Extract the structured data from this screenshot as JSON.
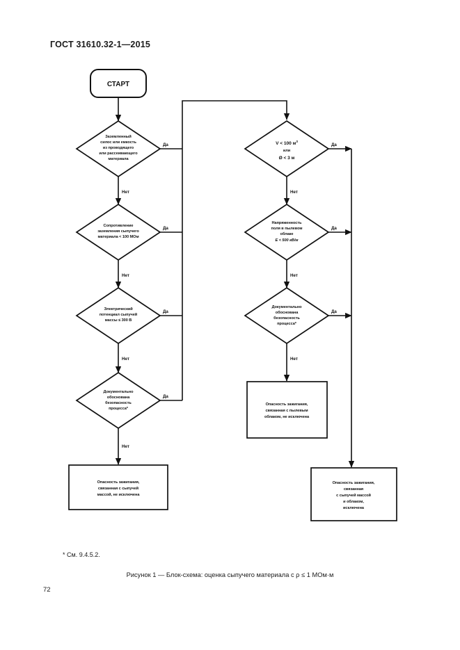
{
  "document": {
    "standard_header": "ГОСТ 31610.32-1—2015",
    "page_number": "72",
    "footnote": "* См. 9.4.5.2.",
    "figure_caption": "Рисунок 1 — Блок-схема: оценка сыпучего материала с ρ ≤ 1 МОм·м"
  },
  "labels": {
    "yes": "Да",
    "no": "Нет"
  },
  "flowchart": {
    "start": {
      "label": "СТАРТ"
    },
    "left_column": [
      {
        "id": "d1",
        "lines": [
          "Заземленный",
          "силос или емкость",
          "из проводящего",
          "или рассеивающего",
          "материала"
        ]
      },
      {
        "id": "d2",
        "lines": [
          "Сопротивление",
          "заземления сыпучего",
          "материала < 100 МОм"
        ]
      },
      {
        "id": "d3",
        "lines": [
          "Электрический",
          "потенциал сыпучей",
          "массы ≤ 300 В"
        ]
      },
      {
        "id": "d4",
        "lines": [
          "Документально",
          "обоснована",
          "безопасность",
          "процесса*"
        ]
      }
    ],
    "right_column": [
      {
        "id": "d5",
        "lines": [
          "V < 100 м3",
          "или",
          "Ø < 3 м"
        ],
        "line1_base": "V < 100 м",
        "line1_sup": "3"
      },
      {
        "id": "d6",
        "lines": [
          "Напряженность",
          "поля в пылевом",
          "облаке",
          "E < 500 кВ/м"
        ],
        "italic_line_index": 3
      },
      {
        "id": "d7",
        "lines": [
          "Документально",
          "обоснована",
          "безопасность",
          "процесса*"
        ]
      }
    ],
    "outcomes": [
      {
        "id": "out-left",
        "lines": [
          "Опасность зажигания,",
          "связанная с сыпучей",
          "массой, не исключена"
        ]
      },
      {
        "id": "out-middle",
        "lines": [
          "Опасность зажигания,",
          "связанная с пылевым",
          "облаком, не исключена"
        ]
      },
      {
        "id": "out-right",
        "lines": [
          "Опасность зажигания,",
          "связанная",
          "с сыпучей массой",
          "и облаком,",
          "исключена"
        ]
      }
    ]
  },
  "colors": {
    "ink": "#111111",
    "paper": "#ffffff"
  }
}
